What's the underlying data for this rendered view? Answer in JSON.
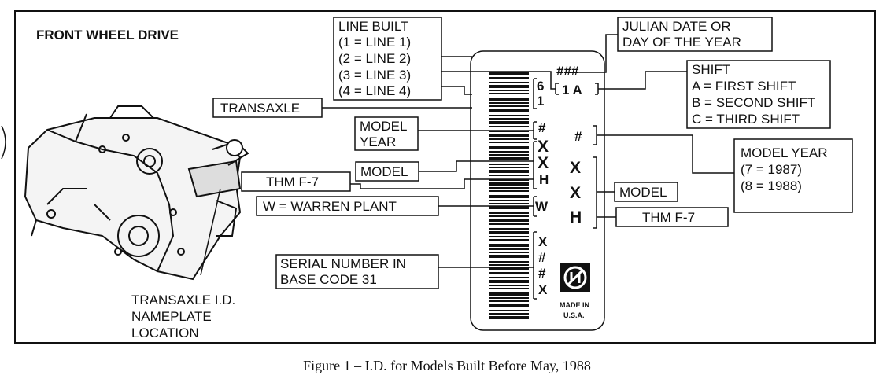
{
  "title": "FRONT WHEEL DRIVE",
  "caption": "Figure 1 – I.D. for Models Built Before May, 1988",
  "location_label": [
    "TRANSAXLE I.D.",
    "NAMEPLATE",
    "LOCATION"
  ],
  "callouts": {
    "line_built": [
      "LINE BUILT",
      "(1  =  LINE 1)",
      "(2  =  LINE 2)",
      "(3  =  LINE 3)",
      "(4  =  LINE 4)"
    ],
    "julian_date": [
      "JULIAN DATE OR",
      "DAY OF THE YEAR"
    ],
    "shift": [
      "SHIFT",
      "A = FIRST SHIFT",
      "B = SECOND SHIFT",
      "C = THIRD SHIFT"
    ],
    "transaxle": "TRANSAXLE",
    "model_year_left": [
      "MODEL",
      "YEAR"
    ],
    "model_left": "MODEL",
    "thm_left": "THM F-7",
    "warren": "W  =  WARREN PLANT",
    "serial": [
      "SERIAL NUMBER IN",
      "BASE CODE 31"
    ],
    "model_year_right": [
      "MODEL YEAR",
      "(7  =  1987)",
      "(8  =  1988)"
    ],
    "model_right": "MODEL",
    "thm_right": "THM F-7"
  },
  "plate": {
    "julian": "###",
    "line_shift": "1  A",
    "transaxle_code": [
      "6",
      "1"
    ],
    "year_code": "#",
    "right_year": "#",
    "model_codes_left": [
      "X",
      "X",
      "H"
    ],
    "model_codes_right": [
      "X",
      "X",
      "H"
    ],
    "plant": "W",
    "serial_codes": [
      "X",
      "#",
      "#",
      "X"
    ],
    "made_in": [
      "MADE IN",
      "U.S.A."
    ]
  }
}
